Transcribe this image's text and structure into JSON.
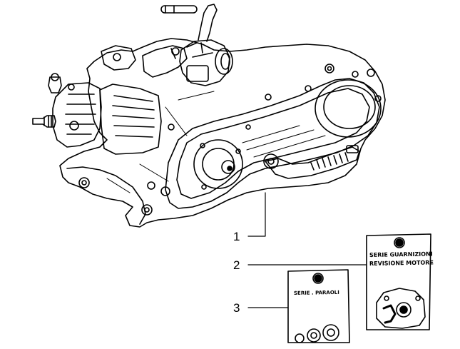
{
  "callouts": [
    {
      "number": "1"
    },
    {
      "number": "2"
    },
    {
      "number": "3"
    }
  ],
  "kit_gaskets": {
    "line1": "SERIE GUARNIZIONI",
    "line2": "REVISIONE MOTORE"
  },
  "kit_oilseals": {
    "line1": "SERIE . PARAOLI"
  },
  "colors": {
    "line": "#000000",
    "background": "#ffffff"
  }
}
